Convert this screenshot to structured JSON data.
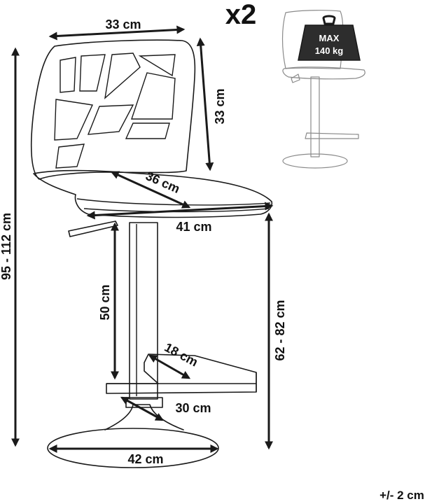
{
  "quantity": "x2",
  "max_load": {
    "line1": "MAX",
    "line2": "140 kg"
  },
  "dimensions": {
    "backrest_width": "33 cm",
    "backrest_height": "33 cm",
    "seat_depth": "36 cm",
    "seat_width": "41 cm",
    "total_height": "95 - 112 cm",
    "column_height": "50 cm",
    "seat_height": "62 - 82 cm",
    "footrest_depth": "18 cm",
    "footrest_width": "30 cm",
    "base_diameter": "42 cm"
  },
  "tolerance": "+/- 2 cm"
}
